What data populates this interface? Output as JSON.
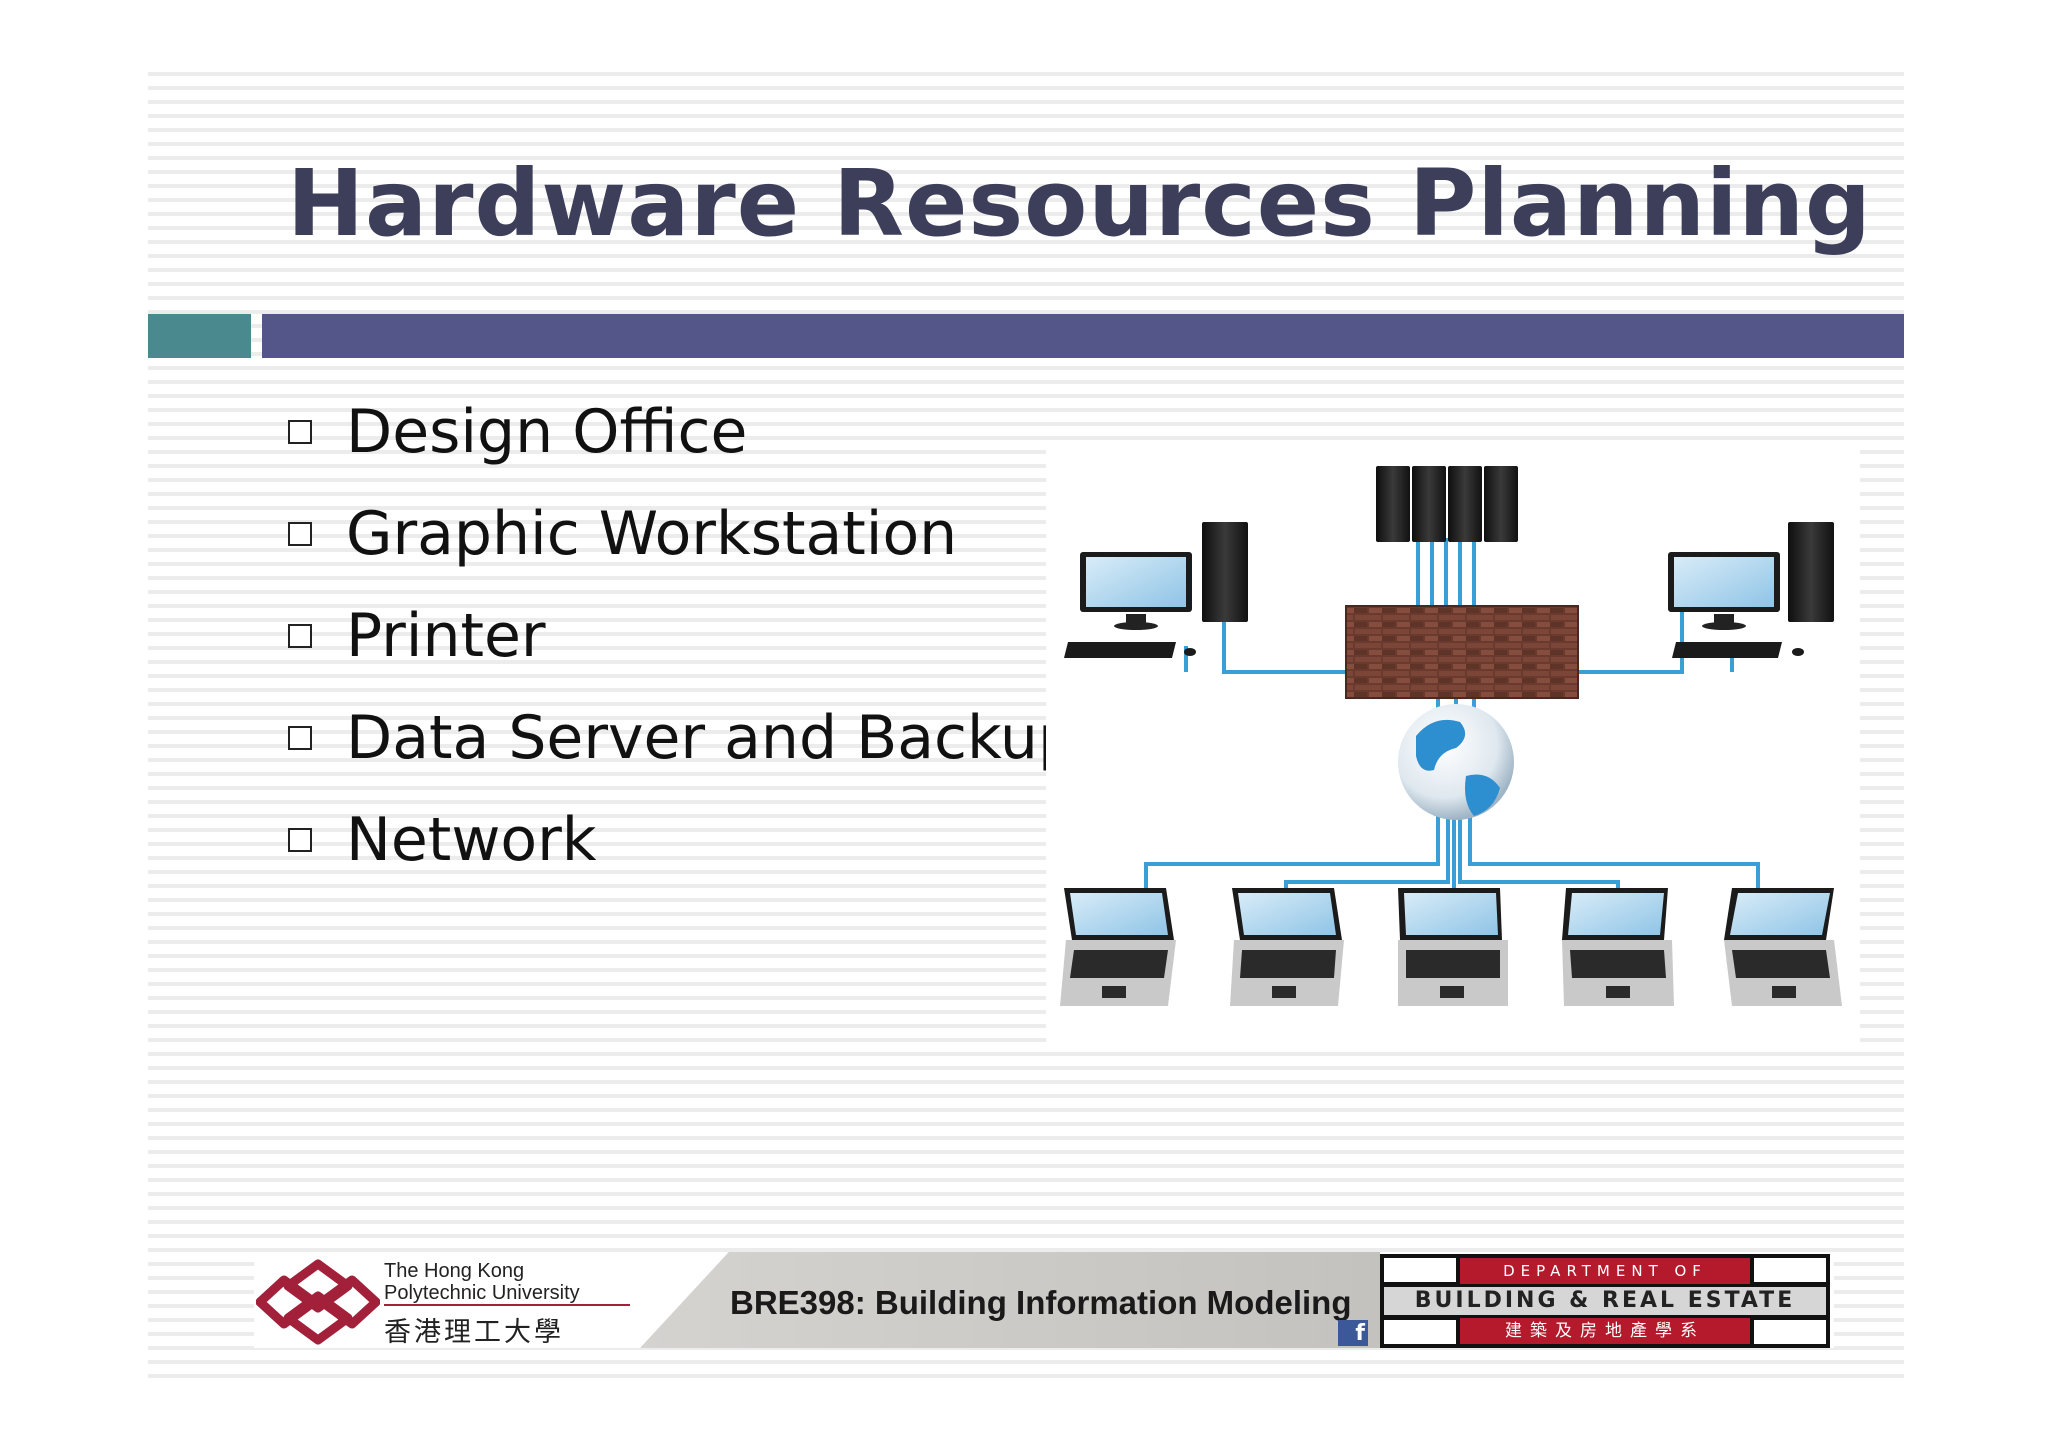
{
  "slide": {
    "title": "Hardware Resources Planning",
    "bullets": [
      "Design Office",
      "Graphic Workstation",
      "Printer",
      "Data Server and Backup",
      "Network"
    ]
  },
  "footer": {
    "university_en_line1": "The Hong Kong",
    "university_en_line2": "Polytechnic University",
    "university_zh": "香港理工大學",
    "course": "BRE398: Building Information Modeling",
    "dept_top": "DEPARTMENT OF",
    "dept_mid": "BUILDING & REAL ESTATE",
    "dept_bottom": "建築及房地產學系",
    "social_icon_glyph": "f"
  },
  "colors": {
    "title": "#3d3e5a",
    "bar_teal": "#4a8a8f",
    "bar_purple": "#545588",
    "network_cable": "#3a9fd6",
    "polyu_red": "#a3203a",
    "dept_red": "#b5192c"
  },
  "icons": [
    "polyu-logo-icon",
    "facebook-icon",
    "server-rack-icon",
    "firewall-icon",
    "globe-icon",
    "desktop-computer-icon",
    "laptop-icon"
  ]
}
